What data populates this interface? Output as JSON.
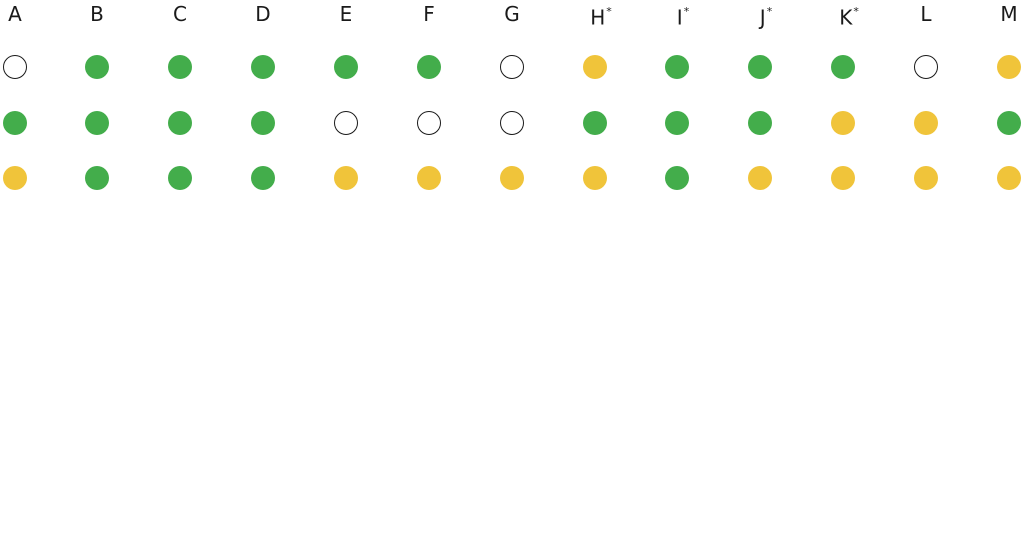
{
  "colors": {
    "green": "#43ad4b",
    "yellow": "#f0c43a",
    "empty_stroke": "#1a1a1a"
  },
  "columns": [
    {
      "label": "A",
      "mark": ""
    },
    {
      "label": "B",
      "mark": ""
    },
    {
      "label": "C",
      "mark": ""
    },
    {
      "label": "D",
      "mark": ""
    },
    {
      "label": "E",
      "mark": ""
    },
    {
      "label": "F",
      "mark": ""
    },
    {
      "label": "G",
      "mark": ""
    },
    {
      "label": "H",
      "mark": "*"
    },
    {
      "label": "I",
      "mark": "*"
    },
    {
      "label": "J",
      "mark": "*"
    },
    {
      "label": "K",
      "mark": "*"
    },
    {
      "label": "L",
      "mark": ""
    },
    {
      "label": "M",
      "mark": ""
    }
  ],
  "rows": [
    [
      "empty",
      "green",
      "green",
      "green",
      "green",
      "green",
      "empty",
      "yellow",
      "green",
      "green",
      "green",
      "empty",
      "yellow"
    ],
    [
      "green",
      "green",
      "green",
      "green",
      "empty",
      "empty",
      "empty",
      "green",
      "green",
      "green",
      "yellow",
      "yellow",
      "green"
    ],
    [
      "yellow",
      "green",
      "green",
      "green",
      "yellow",
      "yellow",
      "yellow",
      "yellow",
      "green",
      "yellow",
      "yellow",
      "yellow",
      "yellow"
    ]
  ]
}
